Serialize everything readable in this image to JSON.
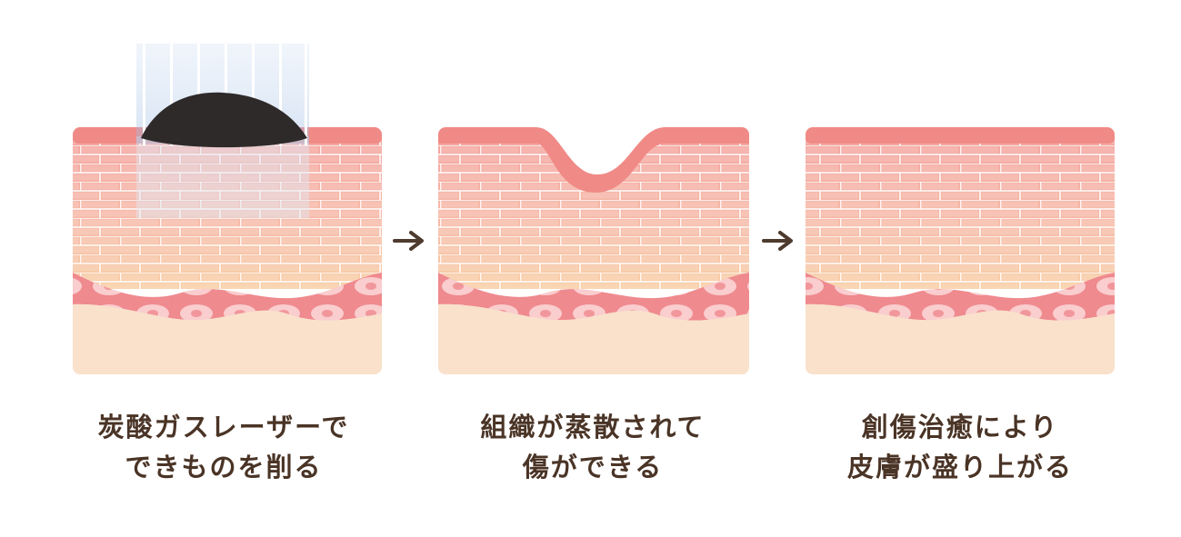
{
  "steps": [
    {
      "line1": "炭酸ガスレーザーで",
      "line2": "できものを削る"
    },
    {
      "line1": "組織が蒸散されて",
      "line2": "傷ができる"
    },
    {
      "line1": "創傷治癒により",
      "line2": "皮膚が盛り上がる"
    }
  ],
  "colors": {
    "top_layer": "#f07f80",
    "brick_upper": "#f4a5a0",
    "brick_lower": "#f7c6a2",
    "cell_layer": "#ef8a8f",
    "cell": "#fde3e2",
    "dermis": "#f9e1cc",
    "lesion": "#2e2a2a",
    "laser": "#a9c4e6",
    "arrow": "#4e3b2e",
    "caption": "#4a3426"
  },
  "icons": [
    "laser-beam-icon",
    "arrow-right-icon",
    "arrow-right-icon"
  ]
}
